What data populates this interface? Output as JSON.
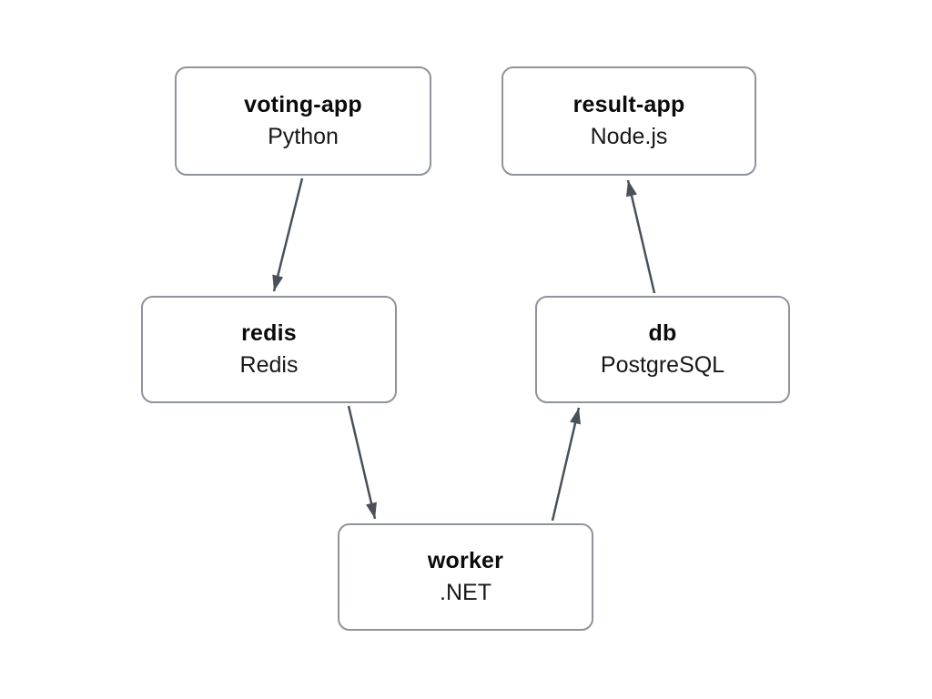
{
  "colors": {
    "bg": "#ffffff",
    "border": "#8f939a",
    "arrow": "#4a505a",
    "title": "#0b0b0c",
    "subtitle": "#17181a"
  },
  "diagram": {
    "nodes": [
      {
        "id": "voting-app",
        "title": "voting-app",
        "subtitle": "Python"
      },
      {
        "id": "result-app",
        "title": "result-app",
        "subtitle": "Node.js"
      },
      {
        "id": "redis",
        "title": "redis",
        "subtitle": "Redis"
      },
      {
        "id": "db",
        "title": "db",
        "subtitle": "PostgreSQL"
      },
      {
        "id": "worker",
        "title": "worker",
        "subtitle": ".NET"
      }
    ],
    "edges": [
      {
        "from": "voting-app",
        "to": "redis"
      },
      {
        "from": "redis",
        "to": "worker"
      },
      {
        "from": "worker",
        "to": "db"
      },
      {
        "from": "db",
        "to": "result-app"
      }
    ]
  }
}
